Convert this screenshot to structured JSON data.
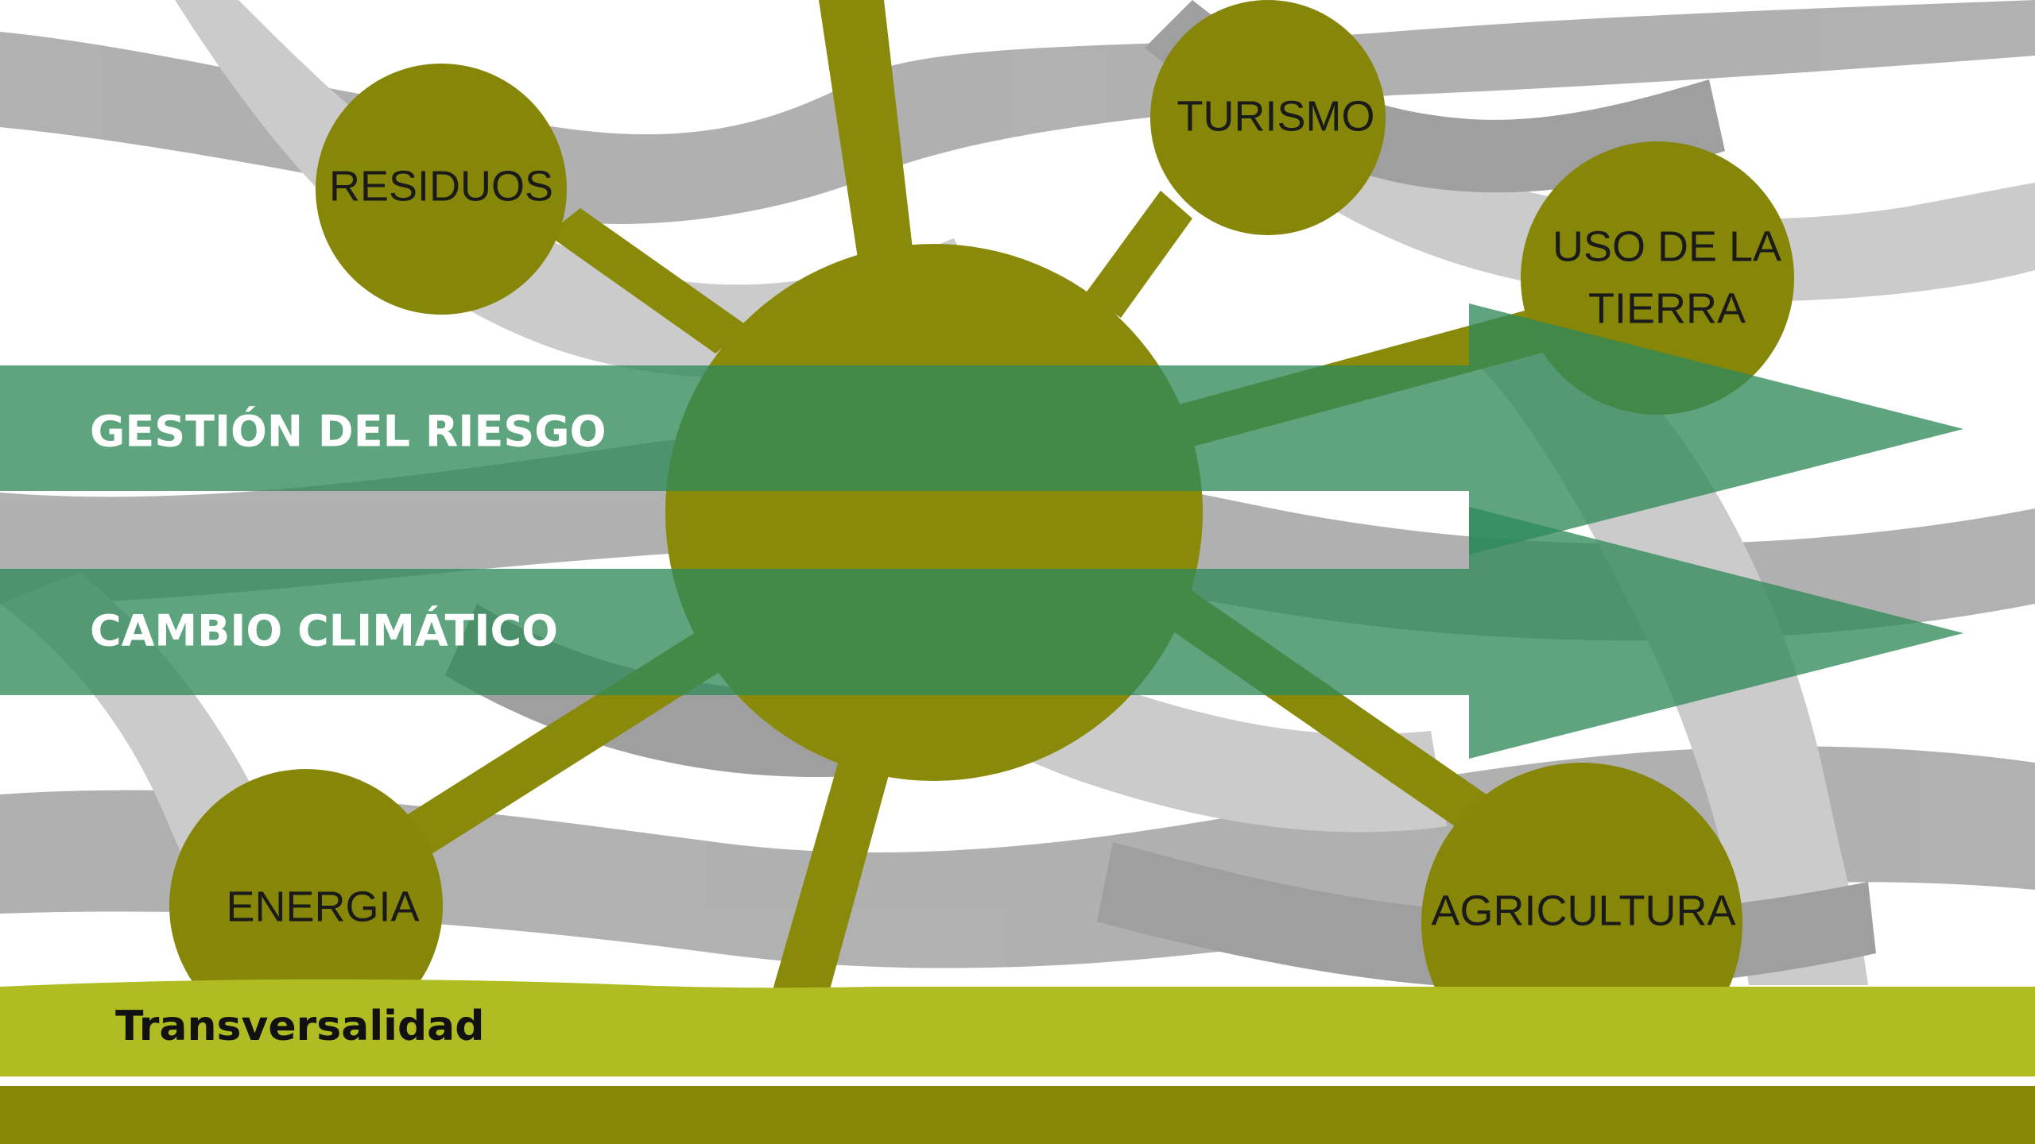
{
  "colors": {
    "olive": "#8a8a0a",
    "olive_dark": "#7f8009",
    "arrow": "#2f8a5b",
    "footer_band": "#afbd22",
    "footer_bar": "#868607",
    "background_hands": "#9a9a9a"
  },
  "background": {
    "icon": "joined-hands-photo"
  },
  "nodes": {
    "residuos": "RESIDUOS",
    "turismo": "TURISMO",
    "uso_de_la_tierra_line1": "USO DE LA",
    "uso_de_la_tierra_line2": "TIERRA",
    "energia": "ENERGIA",
    "agricultura": "AGRICULTURA"
  },
  "arrows": {
    "gestion": "GESTIÓN DEL RIESGO",
    "cambio": "CAMBIO CLIMÁTICO"
  },
  "footer": {
    "label": "Transversalidad"
  }
}
